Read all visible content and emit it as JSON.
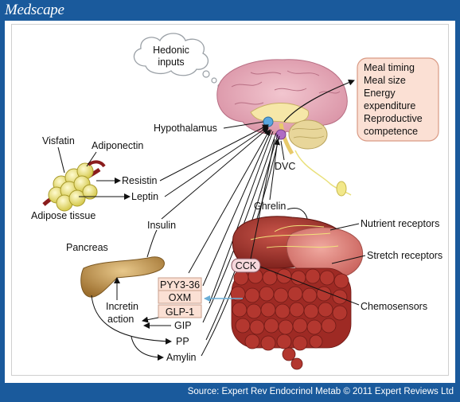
{
  "header": {
    "logo": "Medscape"
  },
  "footer": {
    "source": "Source: Expert Rev Endocrinol Metab © 2011 Expert Reviews Ltd"
  },
  "diagram": {
    "hedonic": [
      "Hedonic",
      "inputs"
    ],
    "meal_box": [
      "Meal timing",
      "Meal size",
      "Energy",
      "expenditure",
      "Reproductive",
      "competence"
    ],
    "labels": {
      "hypothalamus": "Hypothalamus",
      "dvc": "DVC",
      "visfatin": "Visfatin",
      "adiponectin": "Adiponectin",
      "resistin": "Resistin",
      "leptin": "Leptin",
      "adipose": "Adipose tissue",
      "insulin": "Insulin",
      "ghrelin": "Ghrelin",
      "nutrient": "Nutrient receptors",
      "stretch": "Stretch receptors",
      "pancreas": "Pancreas",
      "cck": "CCK",
      "pyy": "PYY3-36",
      "oxm": "OXM",
      "glp1": "GLP-1",
      "incretin1": "Incretin",
      "incretin2": "action",
      "gip": "GIP",
      "pp": "PP",
      "amylin": "Amylin",
      "chemo": "Chemosensors"
    }
  }
}
